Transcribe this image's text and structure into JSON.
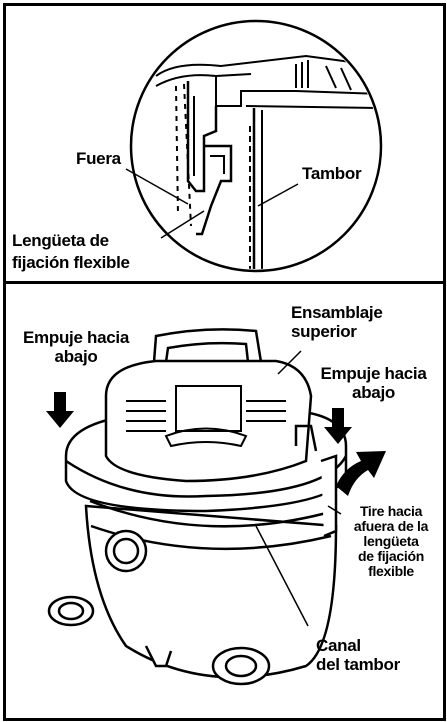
{
  "top_panel": {
    "label_outside": "Fuera",
    "label_drum": "Tambor",
    "label_tab_line1": "Lengüeta de",
    "label_tab_line2": "fijación flexible"
  },
  "bottom_panel": {
    "label_top_assembly_line1": "Ensamblaje",
    "label_top_assembly_line2": "superior",
    "label_push_left_line1": "Empuje hacia",
    "label_push_left_line2": "abajo",
    "label_push_right_line1": "Empuje hacia",
    "label_push_right_line2": "abajo",
    "label_pull_line1": "Tire hacia",
    "label_pull_line2": "afuera de la",
    "label_pull_line3": "lengüeta",
    "label_pull_line4": "de fijación",
    "label_pull_line5": "flexible",
    "label_channel_line1": "Canal",
    "label_channel_line2": "del tambor"
  }
}
